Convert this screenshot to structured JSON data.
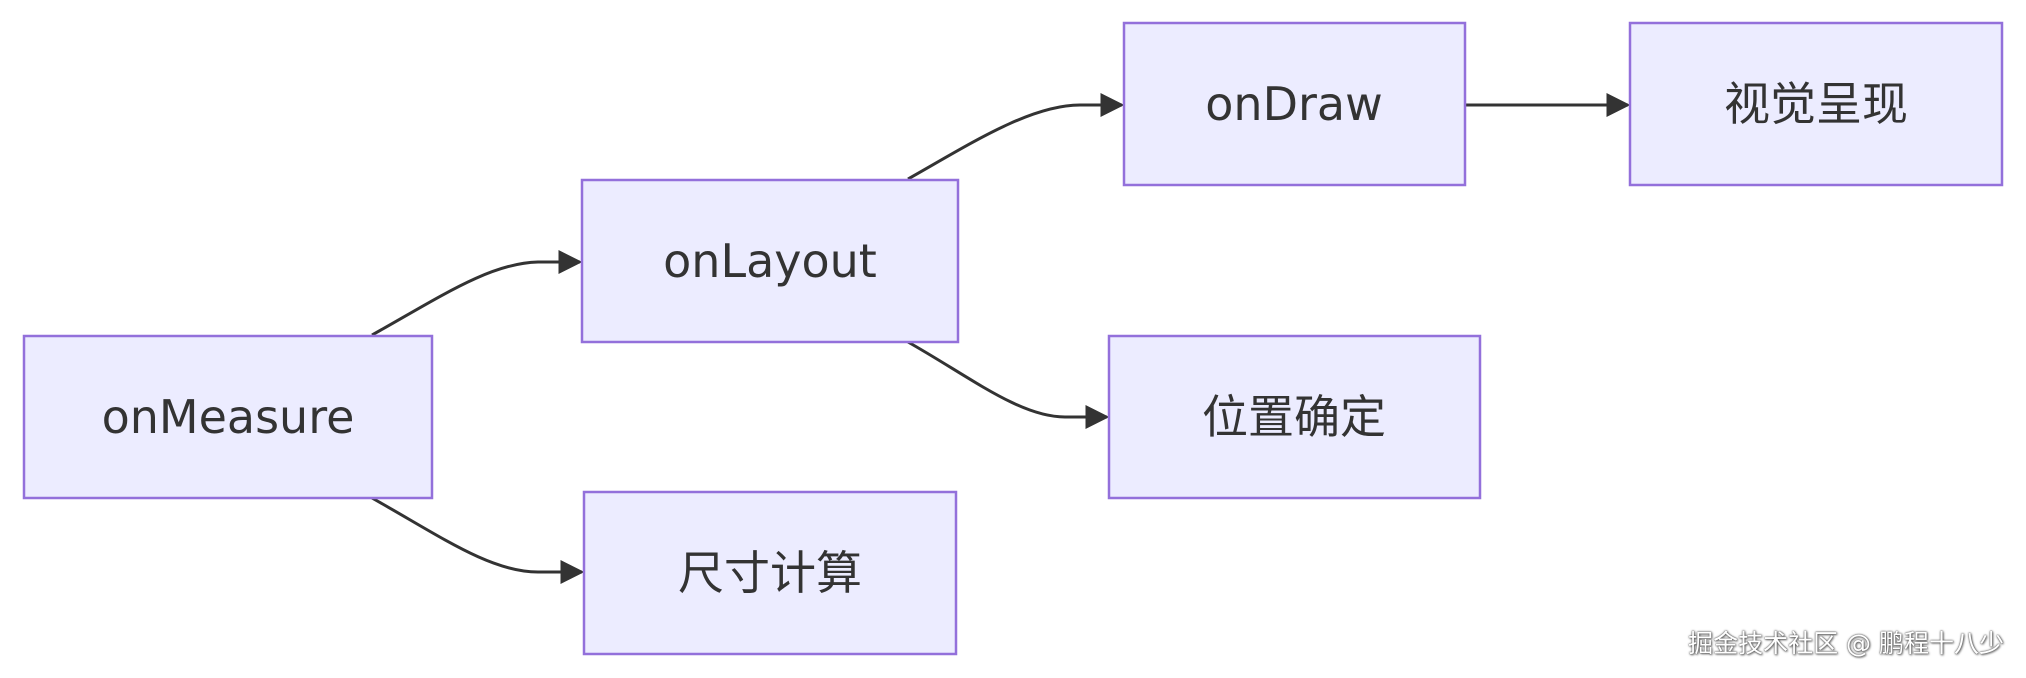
{
  "diagram": {
    "type": "flowchart",
    "direction": "left-to-right",
    "colors": {
      "node_fill": "#ececff",
      "node_border": "#9370db",
      "text": "#333333",
      "edge": "#333333"
    },
    "nodes": [
      {
        "id": "onMeasure",
        "label": "onMeasure"
      },
      {
        "id": "onLayout",
        "label": "onLayout"
      },
      {
        "id": "size_calc",
        "label": "尺寸计算"
      },
      {
        "id": "onDraw",
        "label": "onDraw"
      },
      {
        "id": "position",
        "label": "位置确定"
      },
      {
        "id": "visual",
        "label": "视觉呈现"
      }
    ],
    "edges": [
      {
        "from": "onMeasure",
        "to": "onLayout"
      },
      {
        "from": "onMeasure",
        "to": "size_calc"
      },
      {
        "from": "onLayout",
        "to": "onDraw"
      },
      {
        "from": "onLayout",
        "to": "position"
      },
      {
        "from": "onDraw",
        "to": "visual"
      }
    ]
  },
  "watermark": {
    "text": "掘金技术社区 @ 鹏程十八少"
  }
}
